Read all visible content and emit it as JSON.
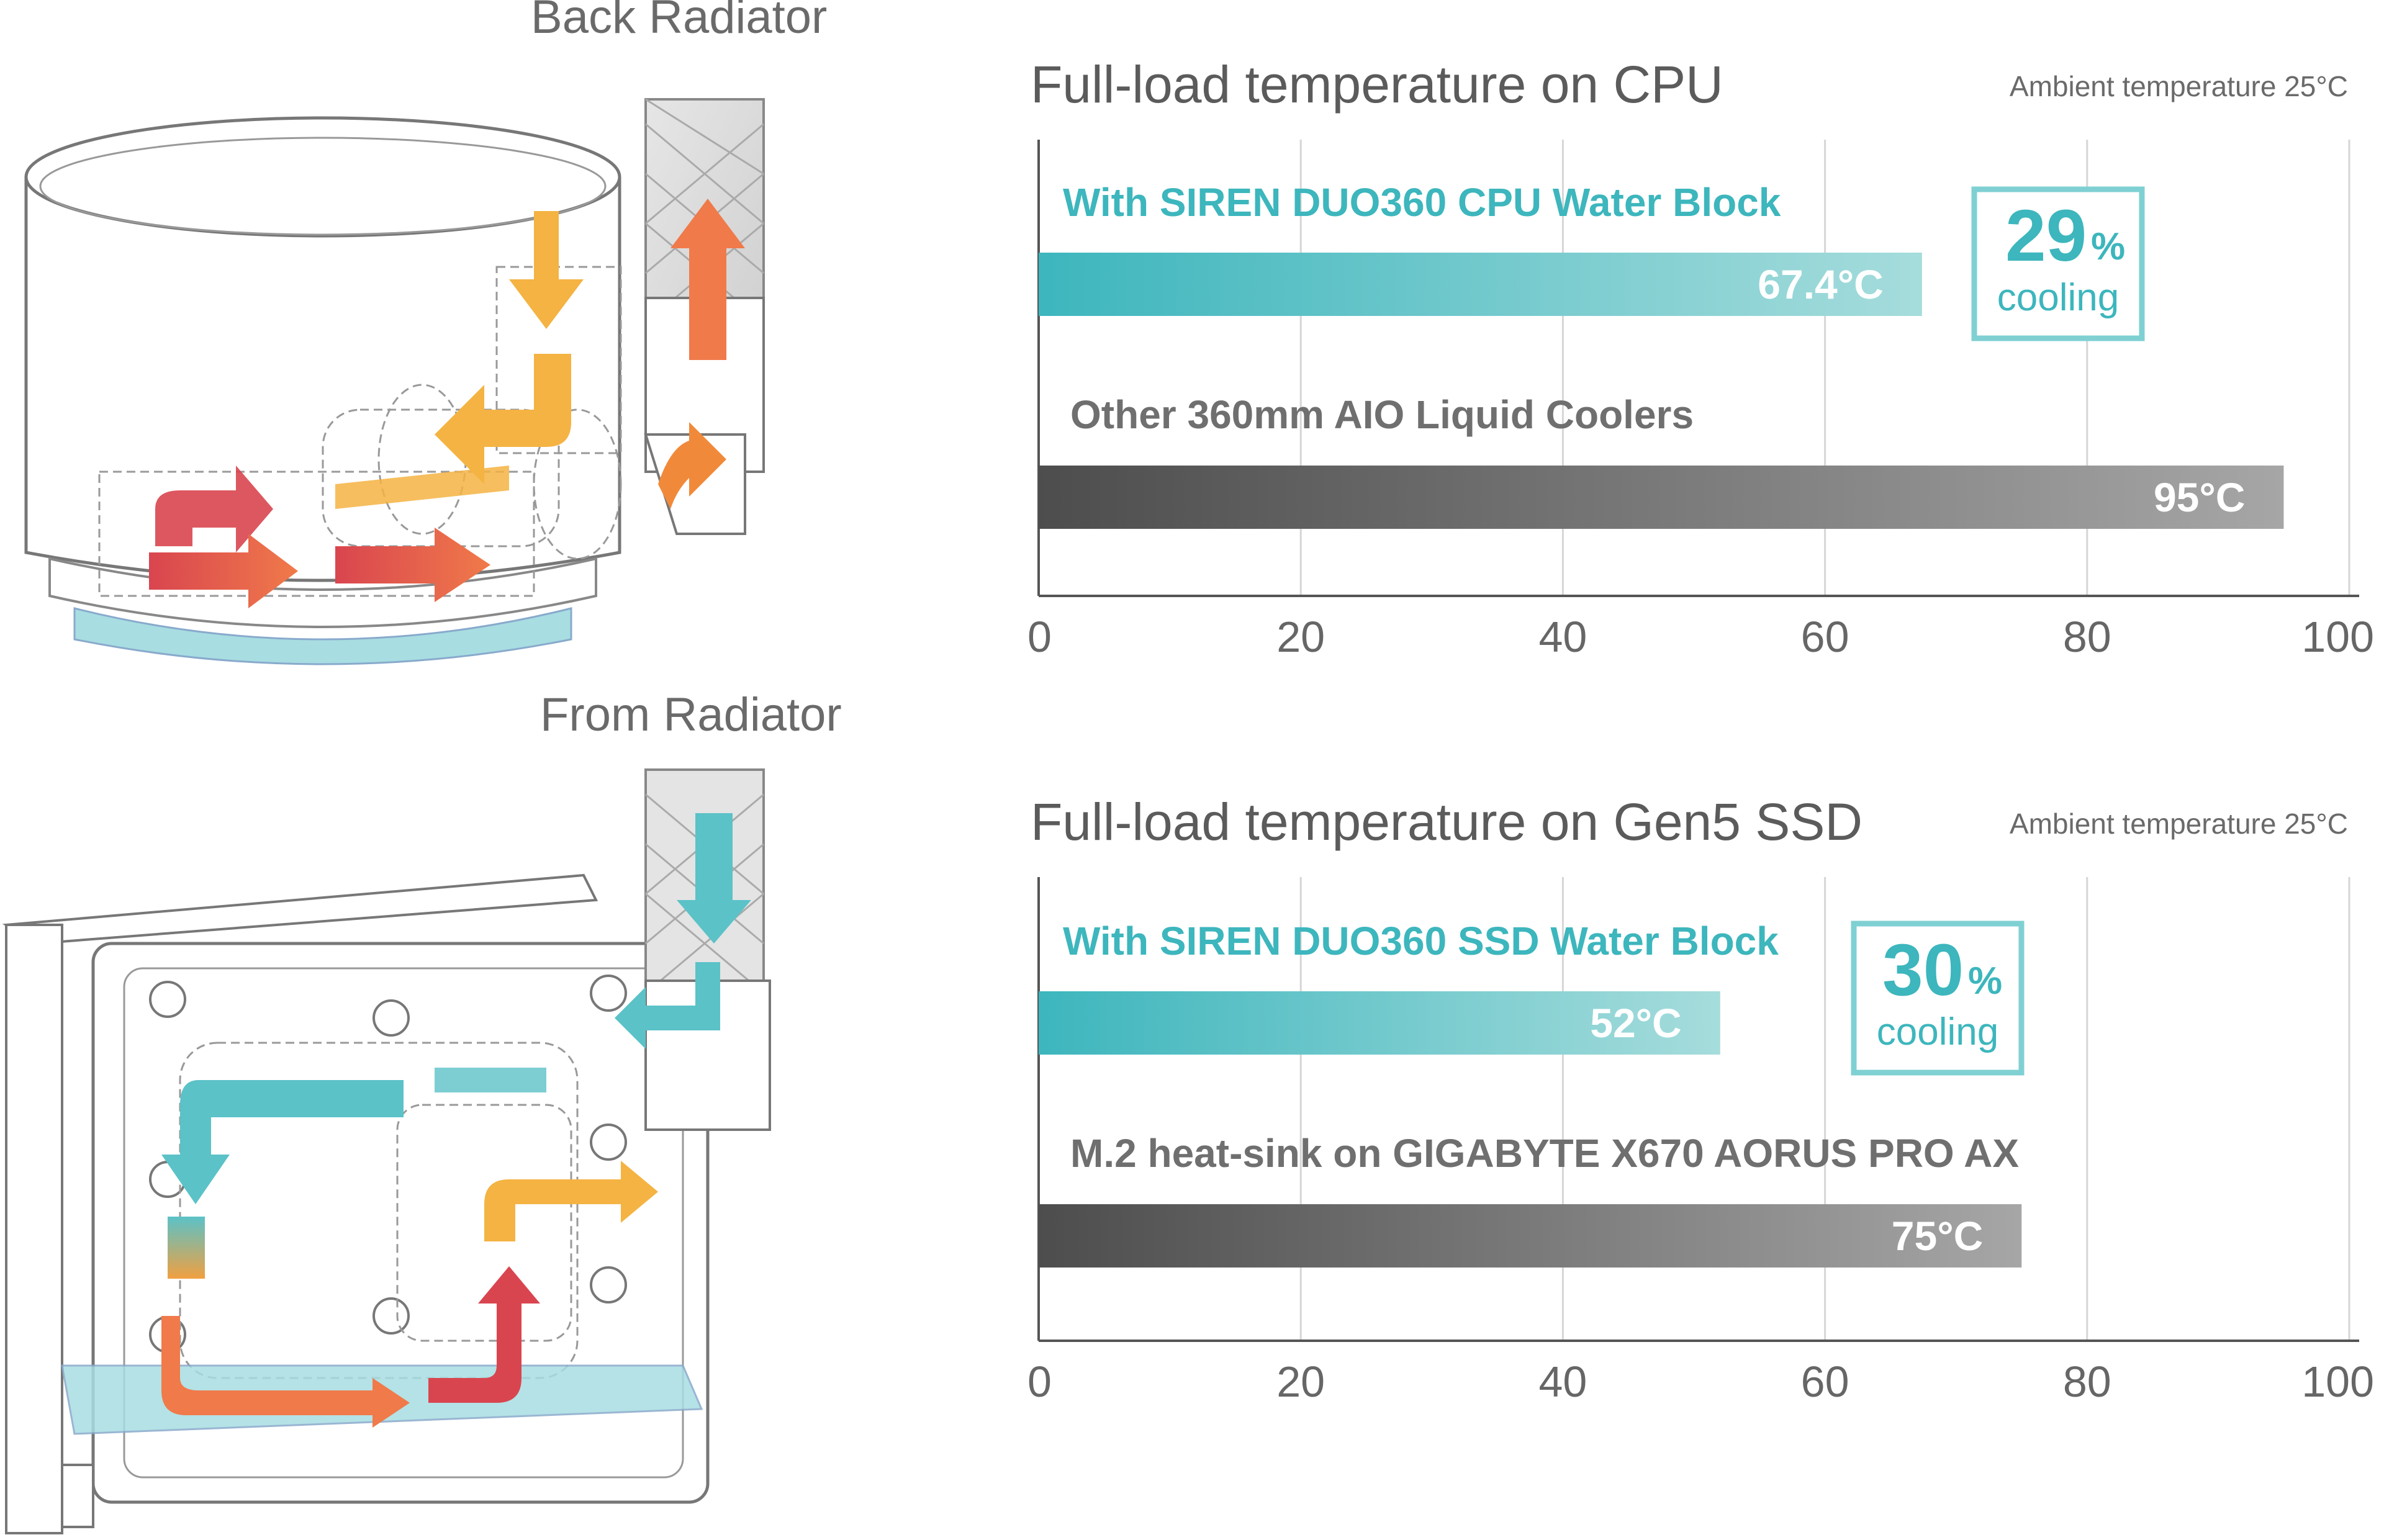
{
  "illustrations": {
    "top_label": "Back Radiator",
    "bottom_label": "From Radiator"
  },
  "colors": {
    "teal": "#3db6bd",
    "teal_light": "#a6dcdc",
    "gray_dark": "#4d4d4d",
    "gray_light": "#a6a6a6",
    "arrow_red": "#d9534f",
    "arrow_orange": "#f0a040",
    "water": "#a8dde2"
  },
  "chart_data": [
    {
      "type": "bar",
      "orientation": "horizontal",
      "title": "Full-load temperature on CPU",
      "annotation": "Ambient temperature 25°C",
      "xlim": [
        0,
        100
      ],
      "xticks": [
        "0",
        "20",
        "40",
        "60",
        "80",
        "100"
      ],
      "grid": true,
      "categories": [
        "With SIREN DUO360 CPU Water Block",
        "Other 360mm AIO Liquid Coolers"
      ],
      "values": [
        67.4,
        95
      ],
      "value_labels": [
        "67.4°C",
        "95°C"
      ],
      "badge": {
        "number": "29",
        "unit": "%",
        "text": "cooling"
      }
    },
    {
      "type": "bar",
      "orientation": "horizontal",
      "title": "Full-load temperature on Gen5 SSD",
      "annotation": "Ambient temperature 25°C",
      "xlim": [
        0,
        100
      ],
      "xticks": [
        "0",
        "20",
        "40",
        "60",
        "80",
        "100"
      ],
      "grid": true,
      "categories": [
        "With SIREN DUO360 SSD Water Block",
        "M.2 heat-sink on GIGABYTE X670 AORUS PRO AX"
      ],
      "values": [
        52,
        75
      ],
      "value_labels": [
        "52°C",
        "75°C"
      ],
      "badge": {
        "number": "30",
        "unit": "%",
        "text": "cooling"
      }
    }
  ]
}
